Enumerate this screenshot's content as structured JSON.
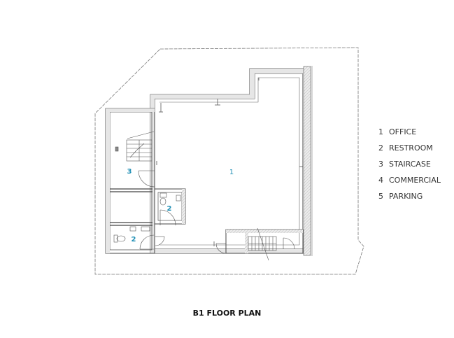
{
  "rooms": [
    {
      "id": "room-1",
      "label": "1"
    },
    {
      "id": "room-3",
      "label": "3"
    },
    {
      "id": "room-2a",
      "label": "2"
    },
    {
      "id": "room-2b",
      "label": "2"
    }
  ],
  "legend": [
    {
      "num": "1",
      "label": "OFFICE"
    },
    {
      "num": "2",
      "label": "RESTROOM"
    },
    {
      "num": "3",
      "label": "STAIRCASE"
    },
    {
      "num": "4",
      "label": "COMMERCIAL"
    },
    {
      "num": "5",
      "label": "PARKING"
    }
  ],
  "caption": "B1 FLOOR PLAN",
  "colors": {
    "room_label": "#1f8fb5",
    "wall_fill": "#e6e6e6",
    "wall_stroke": "#444444",
    "lot_line": "#777777"
  }
}
